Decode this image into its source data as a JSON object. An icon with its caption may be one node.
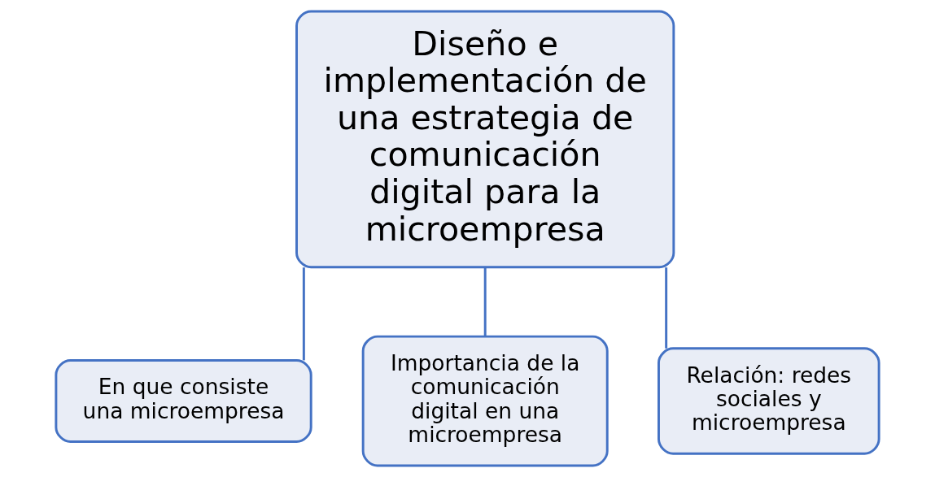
{
  "diagram": {
    "nodes": [
      {
        "text": [
          "Diseño e implementación de una estrategia de comunicación digital para la microempresa"
        ]
      },
      {
        "text": [
          "En que consiste una microempresa"
        ]
      },
      {
        "text": [
          "Importancia de la comunicación digital en una microempresa"
        ]
      },
      {
        "text": [
          "Relación: redes sociales y microempresa"
        ]
      }
    ],
    "edges": [
      {
        "from": 0,
        "to": 1,
        "arrow": "none"
      },
      {
        "from": 0,
        "to": 2,
        "arrow": "none"
      },
      {
        "from": 0,
        "to": 3,
        "arrow": "none"
      }
    ]
  }
}
